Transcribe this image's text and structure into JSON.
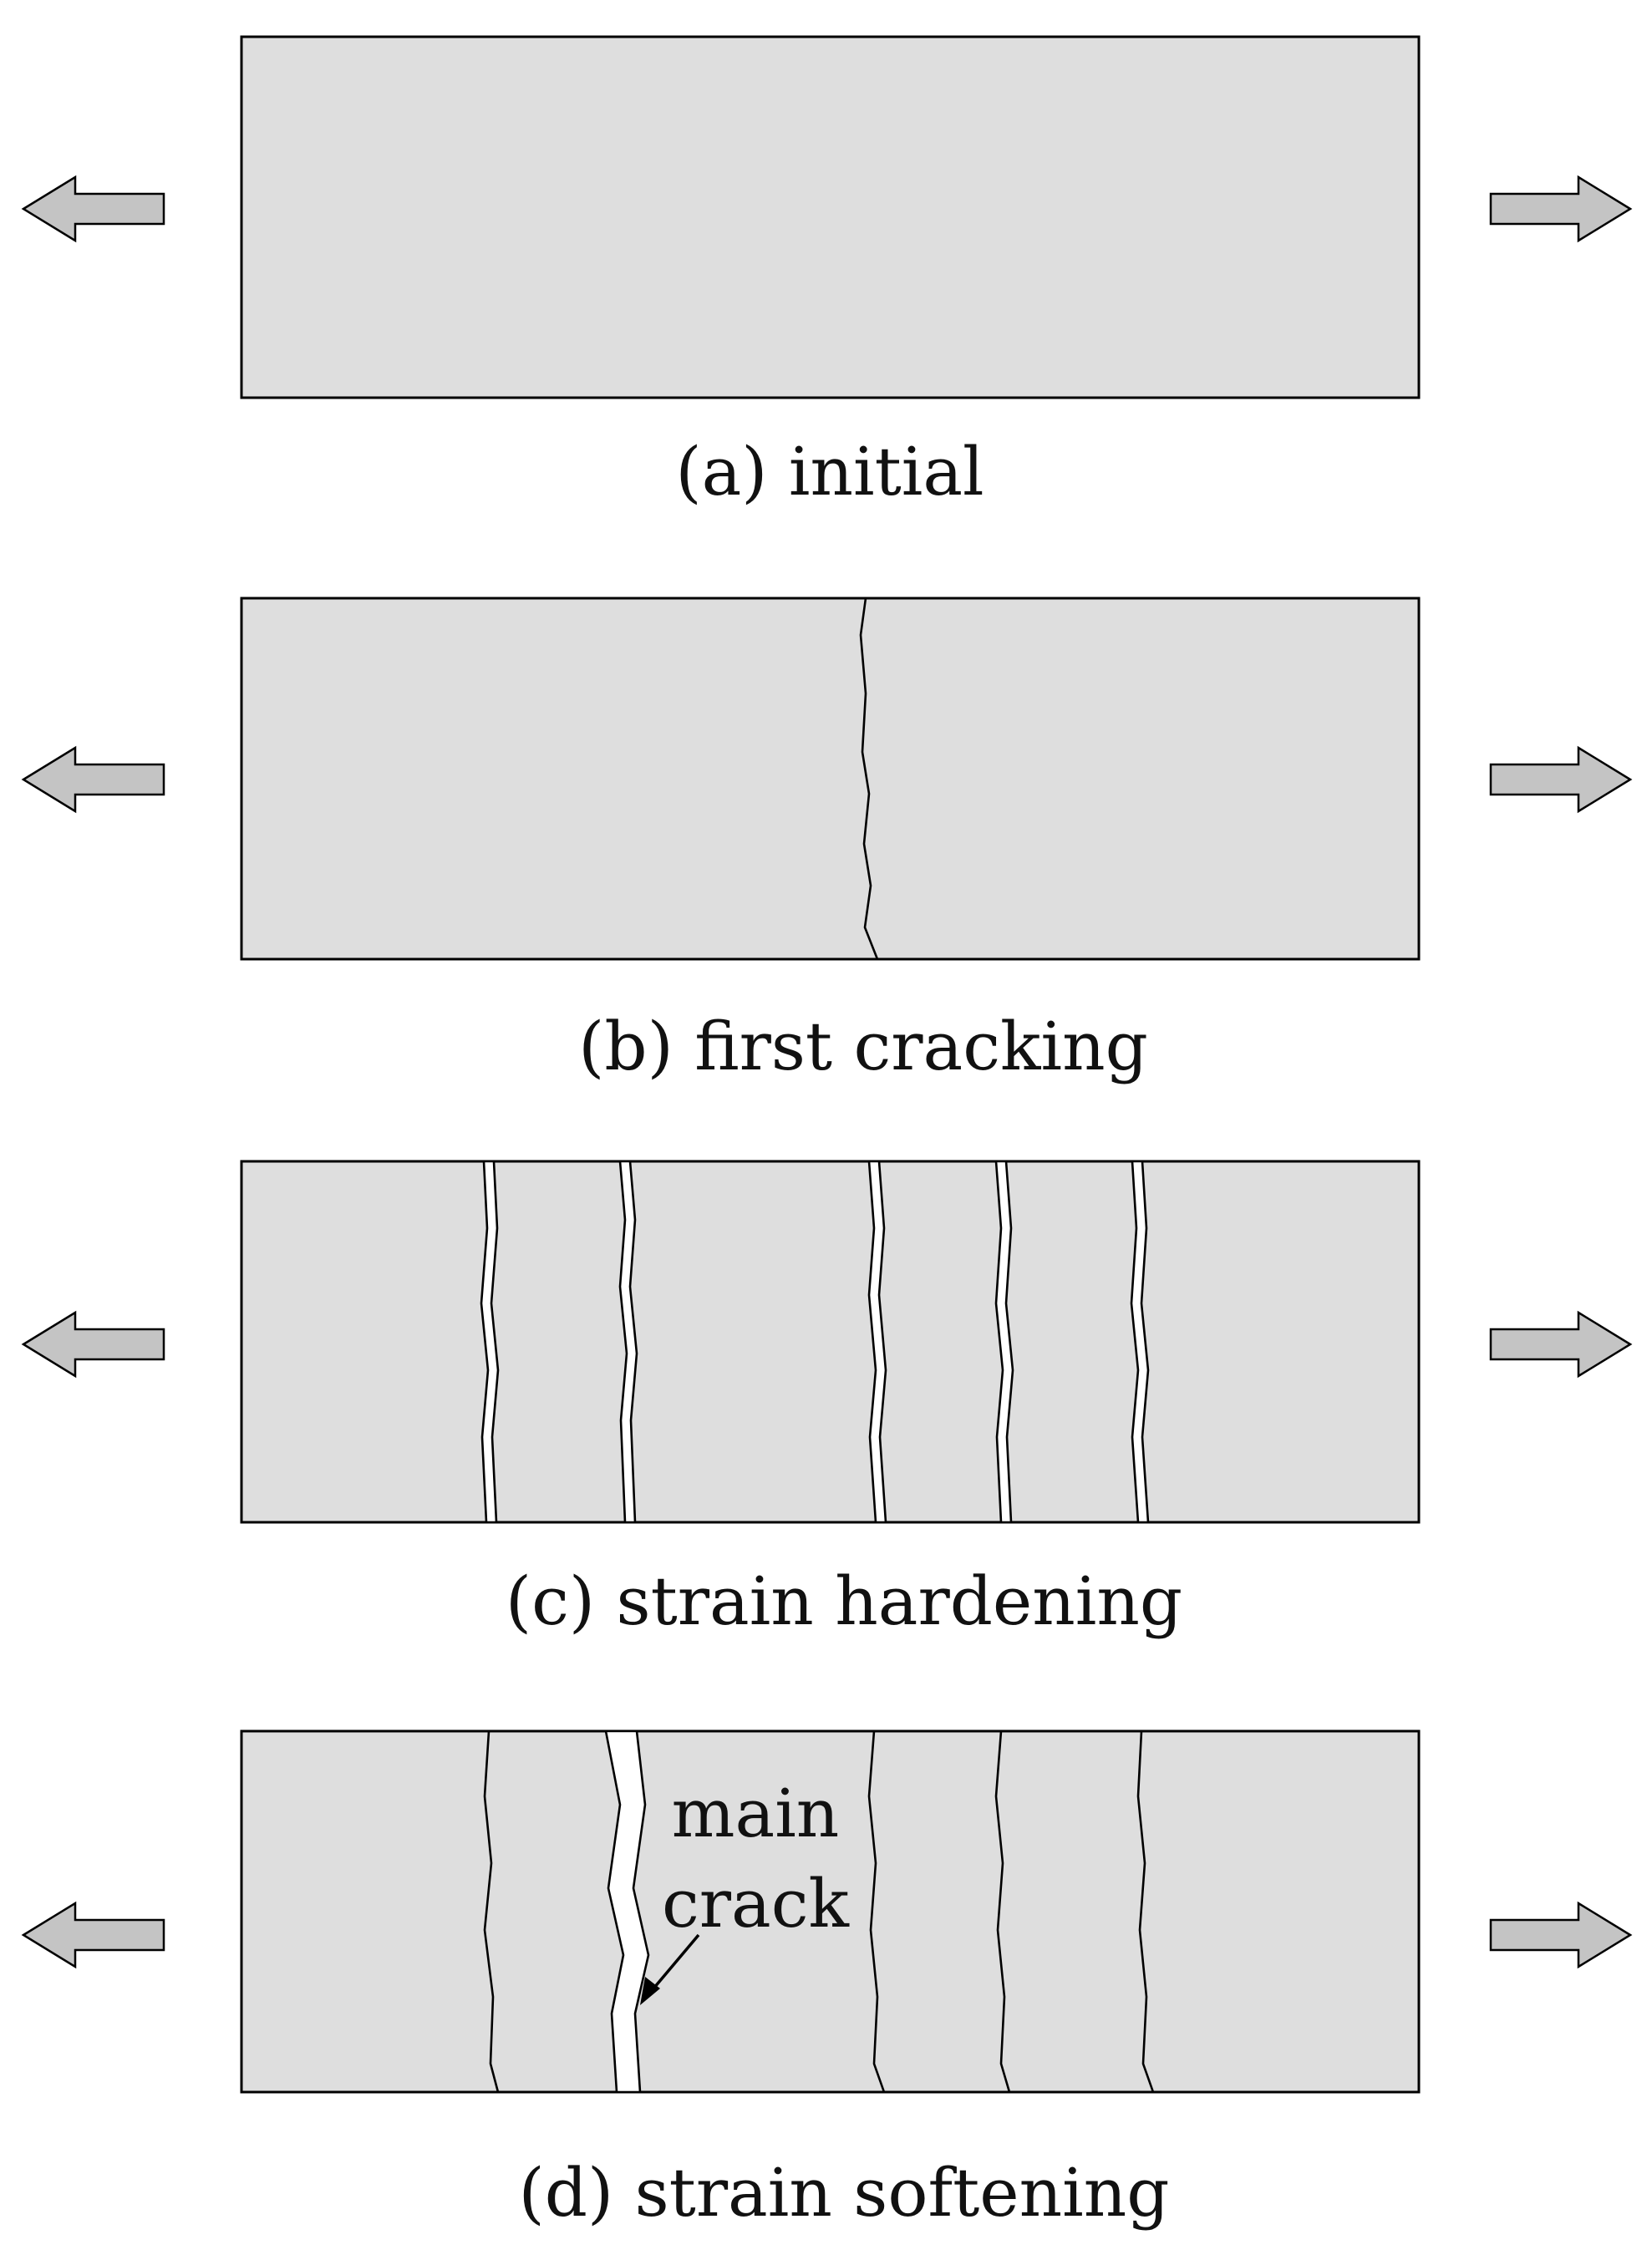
{
  "colors": {
    "specimen_fill": "#dedede",
    "arrow_fill": "#c4c4c4",
    "outline": "#000000",
    "background": "#ffffff"
  },
  "icons": {
    "load_left": "left-tension-arrow-icon",
    "load_right": "right-tension-arrow-icon"
  },
  "stages": [
    {
      "caption": "(a) initial"
    },
    {
      "caption": "(b) first cracking"
    },
    {
      "caption": "(c) strain hardening"
    },
    {
      "caption": "(d) strain softening",
      "annotation_line1": "main",
      "annotation_line2": "crack"
    }
  ]
}
